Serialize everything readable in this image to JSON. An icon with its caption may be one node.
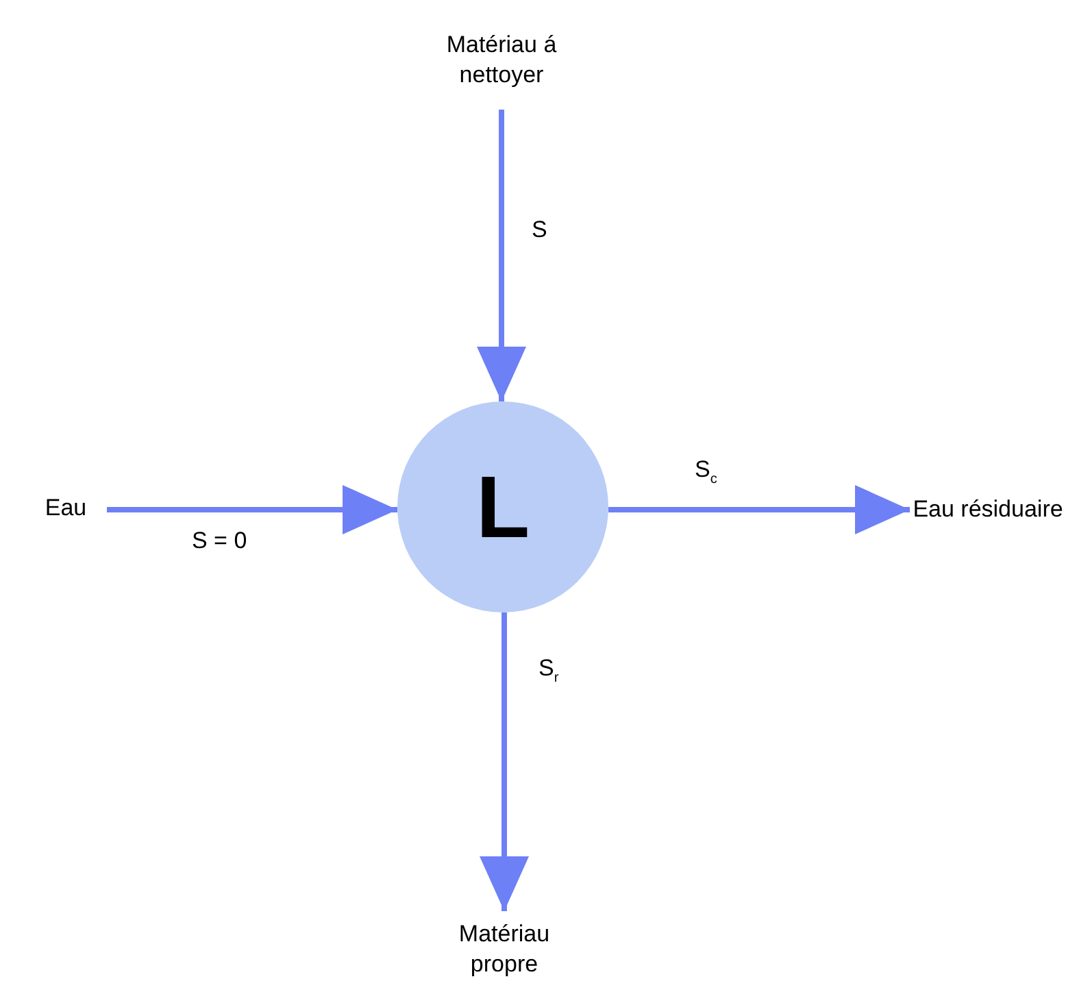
{
  "diagram": {
    "nodes": [
      {
        "text": [
          "Matériau á nettoyer"
        ]
      },
      {
        "text": [
          "Eau"
        ]
      },
      {
        "text": [
          "L"
        ]
      },
      {
        "text": [
          "Eau résiduaire"
        ]
      },
      {
        "text": [
          "Matériau propre"
        ]
      }
    ],
    "edges": [
      {
        "from": 0,
        "to": 2,
        "arrow": "to",
        "label": "S"
      },
      {
        "from": 1,
        "to": 2,
        "arrow": "to",
        "label": "S = 0"
      },
      {
        "from": 2,
        "to": 3,
        "arrow": "to",
        "label": "S$_{c}$"
      },
      {
        "from": 2,
        "to": 4,
        "arrow": "to",
        "label": "S$_{r}$"
      }
    ]
  }
}
